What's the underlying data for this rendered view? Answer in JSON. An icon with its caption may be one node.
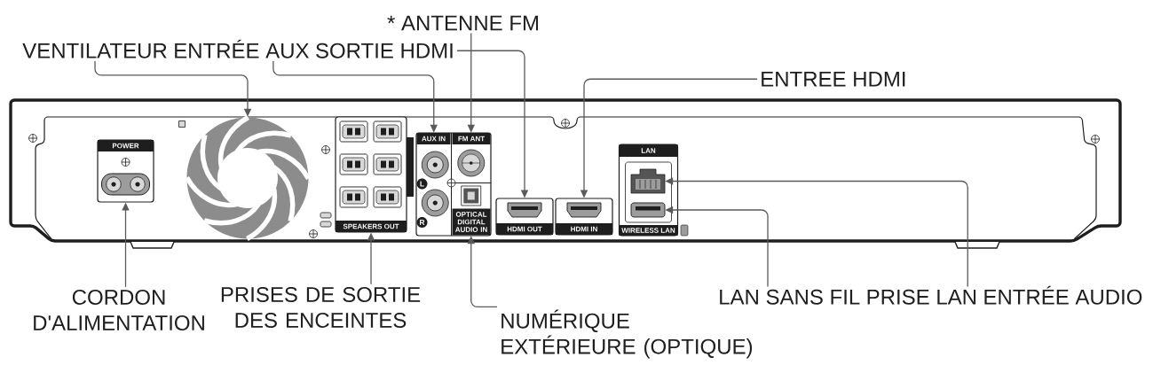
{
  "diagram": {
    "nodes": [
      {
        "text": [
          "* ANTENNE FM"
        ]
      },
      {
        "text": [
          "VENTILATEUR"
        ]
      },
      {
        "text": [
          "ENTRÉE AUX"
        ]
      },
      {
        "text": [
          "SORTIE HDMI"
        ]
      },
      {
        "text": [
          "ENTREE HDMI"
        ]
      },
      {
        "text": [
          "POWER"
        ]
      },
      {
        "text": [],
        "shape": "picture"
      },
      {
        "text": [
          "SPEAKERS OUT"
        ]
      },
      {
        "text": [
          "AUX IN",
          "L",
          "R"
        ]
      },
      {
        "text": [
          "FM ANT"
        ]
      },
      {
        "text": [
          "OPTICAL DIGITAL AUDIO IN"
        ]
      },
      {
        "text": [
          "HDMI OUT"
        ]
      },
      {
        "text": [
          "HDMI IN"
        ]
      },
      {
        "text": [
          "LAN",
          "WIRELESS LAN"
        ]
      },
      {
        "text": [],
        "shape": "picture",
        "in": 13
      },
      {
        "text": [],
        "shape": "picture",
        "in": 13
      },
      {
        "text": [
          "CORDON D'ALIMENTATION"
        ]
      },
      {
        "text": [
          "PRISES DE SORTIE DES ENCEINTES"
        ]
      },
      {
        "text": [
          "NUMÉRIQUE EXTÉRIEURE (OPTIQUE)"
        ]
      },
      {
        "text": [
          "LAN SANS FIL"
        ]
      },
      {
        "text": [
          "PRISE LAN"
        ]
      }
    ],
    "edges": [
      {
        "from": 0,
        "to": 9,
        "arrow": "to"
      },
      {
        "from": 1,
        "to": 6,
        "arrow": "to"
      },
      {
        "from": 2,
        "to": 8,
        "arrow": "to"
      },
      {
        "from": 3,
        "to": 11,
        "arrow": "to"
      },
      {
        "from": 4,
        "to": 12,
        "arrow": "to"
      },
      {
        "from": 16,
        "to": 5,
        "arrow": "to"
      },
      {
        "from": 17,
        "to": 7,
        "arrow": "to"
      },
      {
        "from": 18,
        "to": 10,
        "arrow": "to"
      },
      {
        "from": 19,
        "to": 15,
        "arrow": "to"
      },
      {
        "from": 20,
        "to": 14,
        "arrow": "to"
      }
    ],
    "labels": [
      "ENTRÉE AUDIO"
    ]
  }
}
